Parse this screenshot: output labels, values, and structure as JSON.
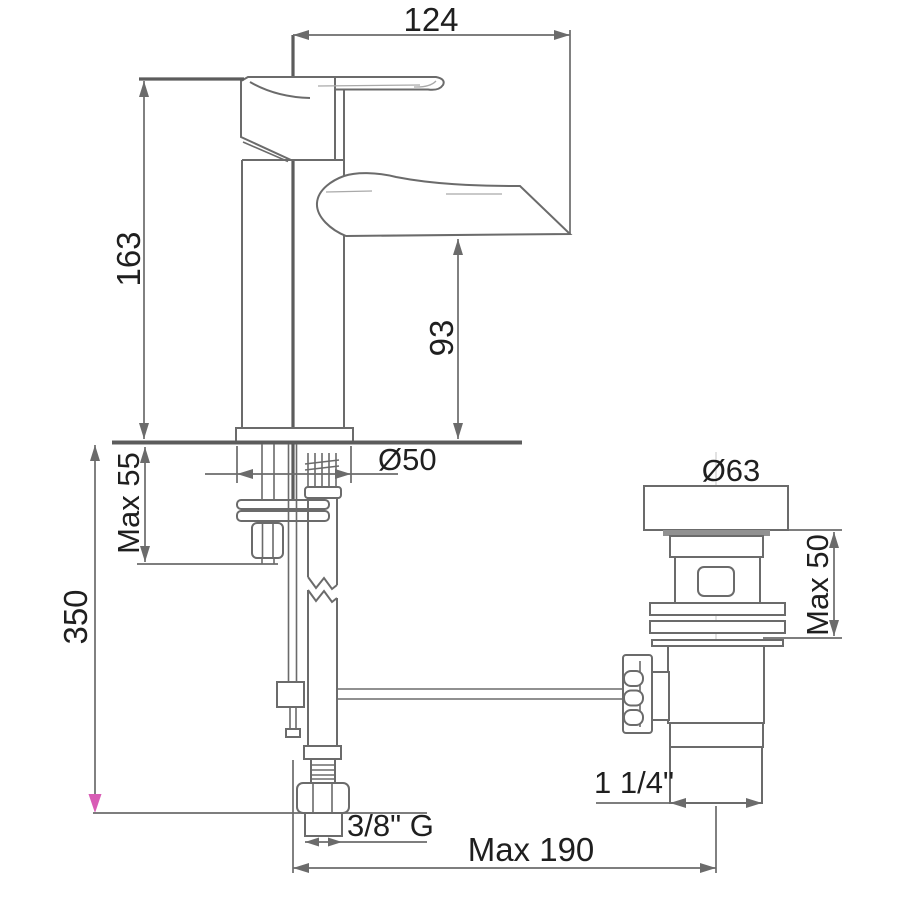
{
  "diagram": {
    "colors": {
      "background": "#ffffff",
      "line": "#6b6b6b",
      "heavy_line": "#5c5c5c",
      "text": "#1f1f1f",
      "highlight_arrow": "#d85cb5"
    },
    "dimensions": {
      "spout_width": "124",
      "tap_height": "163",
      "spout_height": "93",
      "deck_max_thickness": "Max 55",
      "supply_hose_length": "350",
      "base_diameter": "Ø50",
      "waste_flange_diameter": "Ø63",
      "waste_deck_max": "Max 50",
      "waste_pipe_size": "1 1/4\"",
      "supply_connection": "3/8\" G",
      "max_reach": "Max 190"
    }
  }
}
